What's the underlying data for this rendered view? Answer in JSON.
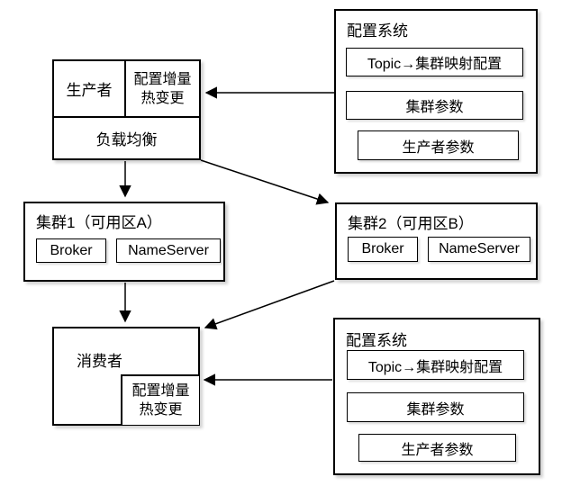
{
  "canvas": {
    "background": "#ffffff",
    "line_color": "#000000"
  },
  "producer": {
    "label": "生产者",
    "hot_change_line1": "配置增量",
    "hot_change_line2": "热变更",
    "load_balance": "负载均衡"
  },
  "config_system_top": {
    "title": "配置系统",
    "items": [
      "Topic→集群映射配置",
      "集群参数",
      "生产者参数"
    ]
  },
  "cluster1": {
    "title": "集群1（可用区A）",
    "broker": "Broker",
    "nameserver": "NameServer"
  },
  "cluster2": {
    "title": "集群2（可用区B）",
    "broker": "Broker",
    "nameserver": "NameServer"
  },
  "consumer": {
    "label": "消费者",
    "hot_change_line1": "配置增量",
    "hot_change_line2": "热变更"
  },
  "config_system_bottom": {
    "title": "配置系统",
    "items": [
      "Topic→集群映射配置",
      "集群参数",
      "生产者参数"
    ]
  }
}
